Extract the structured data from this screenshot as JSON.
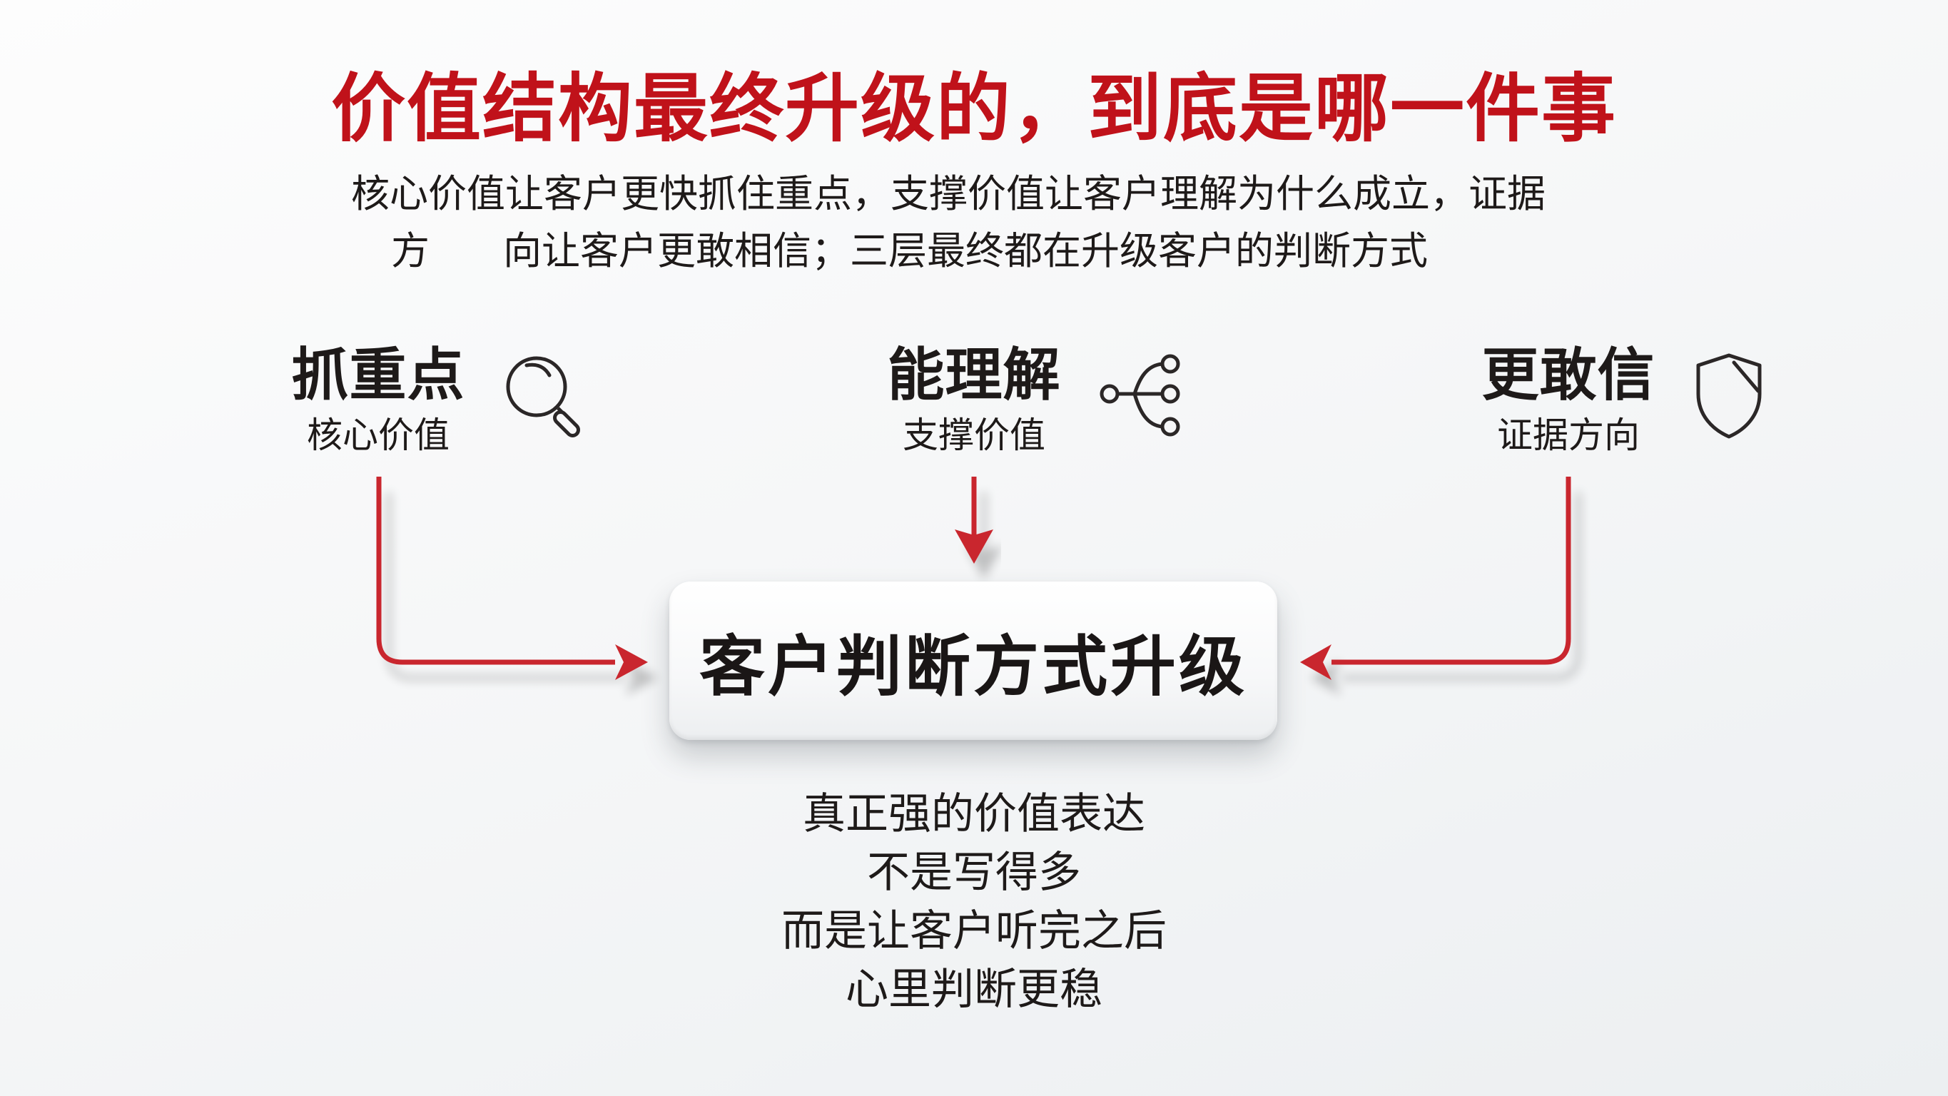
{
  "header": {
    "title": "价值结构最终升级的，到底是哪一件事",
    "subtitle_lines": [
      "核心价值让客户更快抓住重点，支撑价值让客户理解为什么成立，证据",
      "方      向让客户更敢相信；三层最终都在升级客户的判断方式"
    ]
  },
  "nodes": [
    {
      "head": "抓重点",
      "sub": "核心价值",
      "icon": "magnifier-icon"
    },
    {
      "head": "能理解",
      "sub": "支撑价值",
      "icon": "branch-network-icon"
    },
    {
      "head": "更敢信",
      "sub": "证据方向",
      "icon": "shield-icon"
    }
  ],
  "center": {
    "label": "客户判断方式升级"
  },
  "footer": {
    "lines": [
      "真正强的价值表达",
      "不是写得多",
      "而是让客户听完之后",
      "心里判断更稳"
    ]
  },
  "colors": {
    "title_red": "#c0121a",
    "arrow_red": "#c9282d",
    "text_dark": "#1e1a19",
    "background": "#f4f6f7"
  }
}
